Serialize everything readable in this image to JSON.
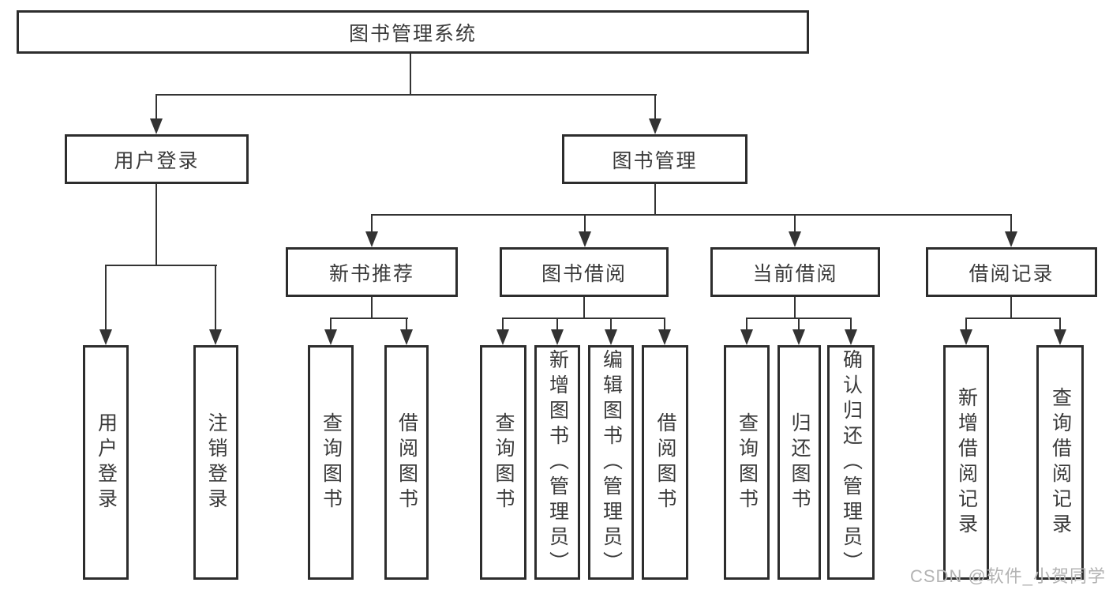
{
  "colors": {
    "line": "#333333",
    "border": "#2d2d2d",
    "text": "#3a3a3a",
    "watermark": "#b3b3b3",
    "background": "#ffffff"
  },
  "watermark": "CSDN @软件_小贺同学",
  "tree": {
    "root": {
      "label": "图书管理系统"
    },
    "branches": [
      {
        "label": "用户登录",
        "children": [
          {
            "label": "用户登录"
          },
          {
            "label": "注销登录"
          }
        ]
      },
      {
        "label": "图书管理",
        "children": [
          {
            "label": "新书推荐",
            "children": [
              {
                "label": "查询图书"
              },
              {
                "label": "借阅图书"
              }
            ]
          },
          {
            "label": "图书借阅",
            "children": [
              {
                "label": "查询图书"
              },
              {
                "label": "新增图书（管理员）"
              },
              {
                "label": "编辑图书（管理员）"
              },
              {
                "label": "借阅图书"
              }
            ]
          },
          {
            "label": "当前借阅",
            "children": [
              {
                "label": "查询图书"
              },
              {
                "label": "归还图书"
              },
              {
                "label": "确认归还（管理员）"
              }
            ]
          },
          {
            "label": "借阅记录",
            "children": [
              {
                "label": "新增借阅记录"
              },
              {
                "label": "查询借阅记录"
              }
            ]
          }
        ]
      }
    ]
  }
}
